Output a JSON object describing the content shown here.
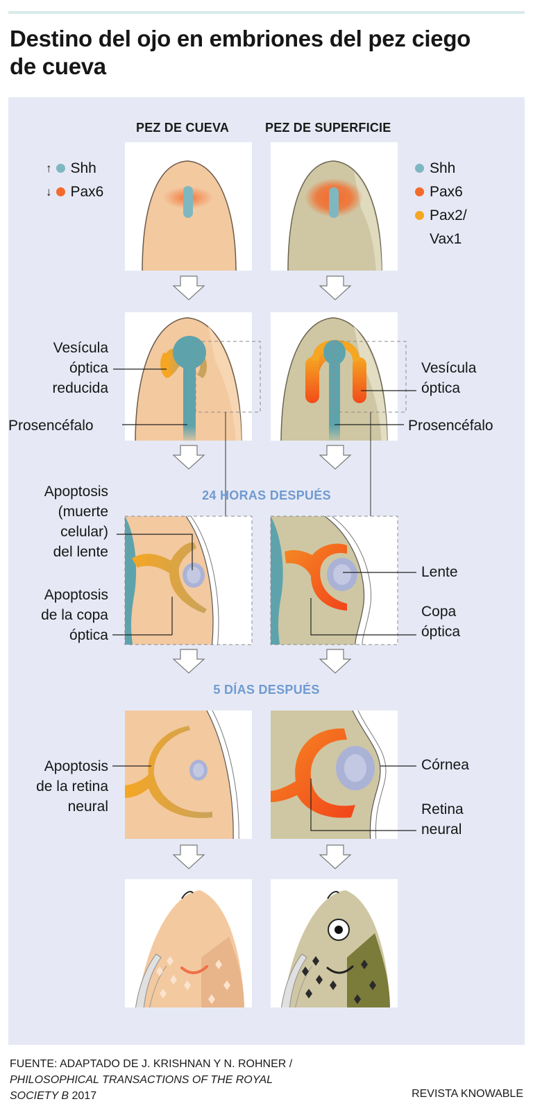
{
  "title": "Destino del ojo en embriones del pez ciego de cueva",
  "column_headers": {
    "cave": "PEZ DE CUEVA",
    "surface": "PEZ DE SUPERFICIE"
  },
  "legend_left": [
    {
      "arrow": "↑",
      "label": "Shh",
      "color": "#7fb7c1"
    },
    {
      "arrow": "↓",
      "label": "Pax6",
      "color": "#f36b2b"
    }
  ],
  "legend_right": [
    {
      "label": "Shh",
      "color": "#7fb7c1"
    },
    {
      "label": "Pax6",
      "color": "#f36b2b"
    },
    {
      "label": "Pax2/",
      "label2": "Vax1",
      "color": "#f5a623"
    }
  ],
  "stages": {
    "h24": "24 HORAS DESPUÉS",
    "d5": "5 DÍAS DESPUÉS"
  },
  "labels": {
    "vesicula_reducida": [
      "Vesícula",
      "óptica",
      "reducida"
    ],
    "prosencefalo_left": "Prosencéfalo",
    "vesicula_optica": [
      "Vesícula",
      "óptica"
    ],
    "prosencefalo_right": "Prosencéfalo",
    "apoptosis_lente": [
      "Apoptosis",
      "(muerte",
      "celular)",
      "del lente"
    ],
    "apoptosis_copa": [
      "Apoptosis",
      "de la copa",
      "óptica"
    ],
    "lente": "Lente",
    "copa_optica": [
      "Copa",
      "óptica"
    ],
    "apoptosis_retina": [
      "Apoptosis",
      "de la retina",
      "neural"
    ],
    "cornea": "Córnea",
    "retina_neural": [
      "Retina",
      "neural"
    ]
  },
  "footer": {
    "source_prefix": "FUENTE: ADAPTADO DE J. KRISHNAN Y N. ROHNER /",
    "journal": "PHILOSOPHICAL TRANSACTIONS OF THE ROYAL",
    "journal2": "SOCIETY B",
    "year": " 2017",
    "credit": "REVISTA KNOWABLE"
  },
  "colors": {
    "cave_skin": "#f3c9a0",
    "surface_skin": "#cfc7a3",
    "shh": "#5ea3ac",
    "pax6": "#f36b2b",
    "pax2": "#f5a623",
    "lens": "#aab3d6",
    "panel_bg": "#e6e9f5",
    "stage_text": "#6f9ad0",
    "surface_dark": "#7b7b3a"
  }
}
